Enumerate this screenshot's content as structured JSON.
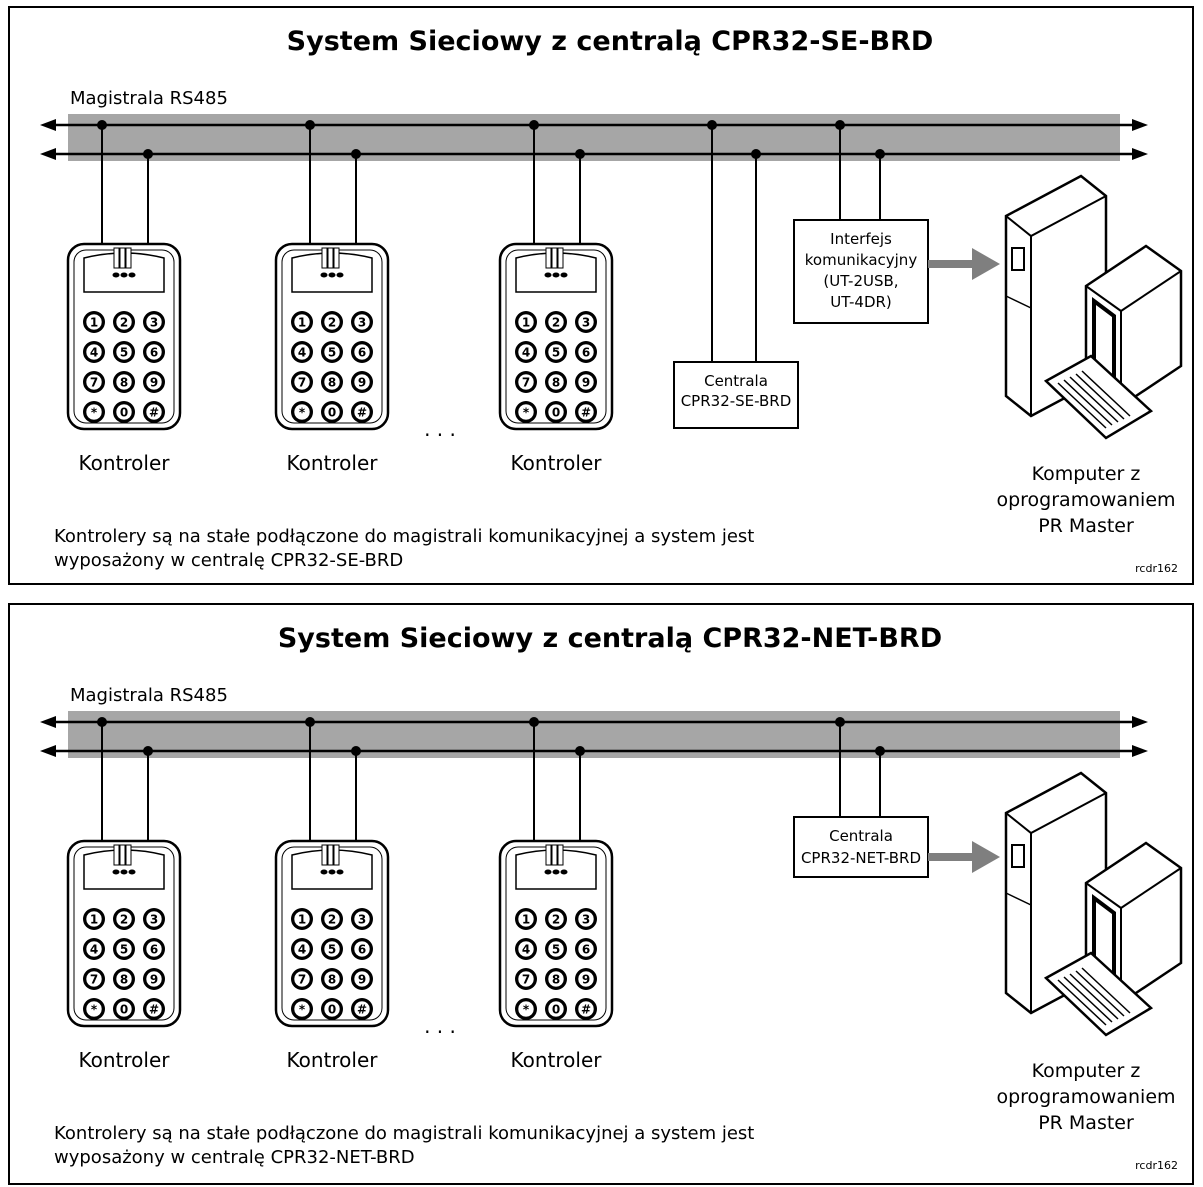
{
  "panels": [
    {
      "title": "System Sieciowy z centralą CPR32-SE-BRD",
      "bus_label": "Magistrala RS485",
      "controller_label": "Kontroler",
      "ellipsis": ". . .",
      "central_box": {
        "lines": [
          "Centrala",
          "CPR32-SE-BRD"
        ]
      },
      "interface_box": {
        "lines": [
          "Interfejs",
          "komunikacyjny",
          "(UT-2USB,",
          "UT-4DR)"
        ]
      },
      "computer_label": [
        "Komputer z",
        "oprogramowaniem",
        "PR Master"
      ],
      "note": [
        "Kontrolery są na stałe podłączone do magistrali komunikacyjnej a system jest",
        "wyposażony w centralę CPR32-SE-BRD"
      ],
      "ref": "rcdr162"
    },
    {
      "title": "System Sieciowy z centralą CPR32-NET-BRD",
      "bus_label": "Magistrala RS485",
      "controller_label": "Kontroler",
      "ellipsis": ". . .",
      "central_box": {
        "lines": [
          "Centrala",
          "CPR32-NET-BRD"
        ]
      },
      "computer_label": [
        "Komputer z",
        "oprogramowaniem",
        "PR Master"
      ],
      "note": [
        "Kontrolery są na stałe podłączone do magistrali komunikacyjnej a system jest",
        "wyposażony w centralę CPR32-NET-BRD"
      ],
      "ref": "rcdr162"
    }
  ],
  "keypad": [
    "1",
    "2",
    "3",
    "4",
    "5",
    "6",
    "7",
    "8",
    "9",
    "*",
    "0",
    "#"
  ],
  "colors": {
    "bus_band": "#a6a6a6",
    "line": "#000000",
    "arrow": "#7f7f7f"
  }
}
